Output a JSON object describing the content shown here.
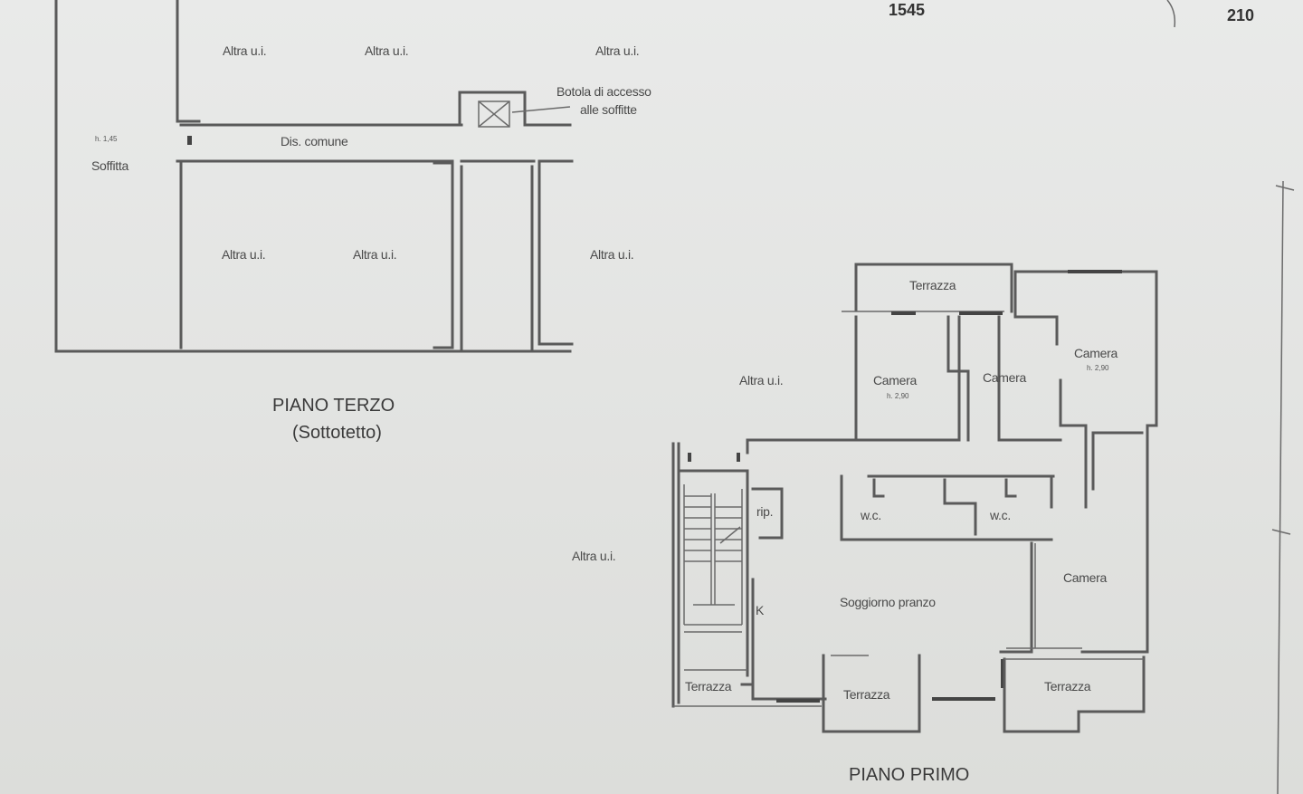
{
  "dimensions": {
    "top": "1545",
    "right": "210"
  },
  "third_floor": {
    "title": "PIANO TERZO",
    "subtitle": "(Sottotetto)",
    "labels": {
      "other1": "Altra u.i.",
      "other2": "Altra u.i.",
      "other3": "Altra u.i.",
      "other4": "Altra u.i.",
      "other5": "Altra u.i.",
      "other6": "Altra u.i.",
      "hatch_line1": "Botola di accesso",
      "hatch_line2": "alle soffitte",
      "corridor": "Dis. comune",
      "attic_height": "h. 1,45",
      "attic": "Soffitta"
    }
  },
  "first_floor": {
    "title": "PIANO PRIMO",
    "labels": {
      "terrace_top": "Terrazza",
      "bedroom1": "Camera",
      "bedroom1_height": "h. 2,90",
      "bedroom2": "Camera",
      "bedroom3": "Camera",
      "bedroom3_height": "h. 2,90",
      "other_left": "Altra u.i.",
      "other_lower": "Altra u.i.",
      "storage": "rip.",
      "wc1": "w.c.",
      "wc2": "w.c.",
      "bedroom4": "Camera",
      "kitchen": "K",
      "living": "Soggiorno pranzo",
      "terrace_left": "Terrazza",
      "terrace_mid": "Terrazza",
      "terrace_right": "Terrazza"
    }
  }
}
